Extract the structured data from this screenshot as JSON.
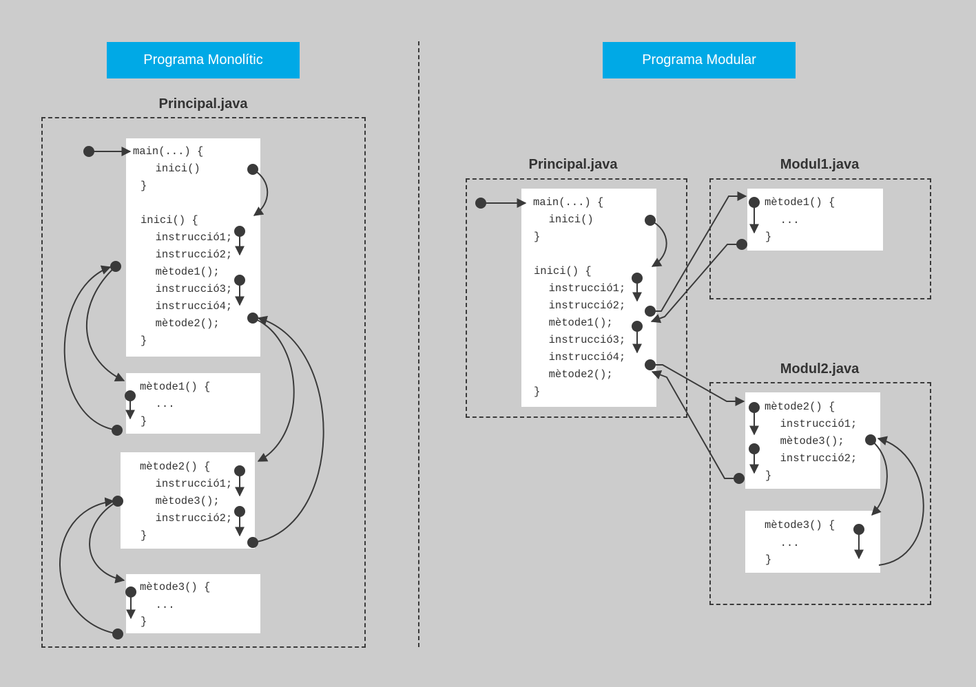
{
  "left": {
    "banner": "Programa Monolític",
    "file": "Principal.java",
    "blocks": {
      "main": [
        "main(...) {",
        "  inici()",
        "}",
        "",
        "inici() {",
        "  instrucció1;",
        "  instrucció2;",
        "  mètode1();",
        "  instrucció3;",
        "  instrucció4;",
        "  mètode2();",
        "}"
      ],
      "m1": [
        "mètode1() {",
        "  ...",
        "}"
      ],
      "m2": [
        "mètode2() {",
        "  instrucció1;",
        "  mètode3();",
        "  instrucció2;",
        "}"
      ],
      "m3": [
        "mètode3() {",
        "  ...",
        "}"
      ]
    }
  },
  "right": {
    "banner": "Programa Modular",
    "principal": {
      "file": "Principal.java",
      "code": [
        "main(...) {",
        "  inici()",
        "}",
        "",
        "inici() {",
        "  instrucció1;",
        "  instrucció2;",
        "  mètode1();",
        "  instrucció3;",
        "  instrucció4;",
        "  mètode2();",
        "}"
      ]
    },
    "modul1": {
      "file": "Modul1.java",
      "code": [
        "mètode1() {",
        "  ...",
        "}"
      ]
    },
    "modul2": {
      "file": "Modul2.java",
      "m2": [
        "mètode2() {",
        "  instrucció1;",
        "  mètode3();",
        "  instrucció2;",
        "}"
      ],
      "m3": [
        "mètode3() {",
        "  ...",
        "}"
      ]
    }
  },
  "colors": {
    "banner": "#00a9e6",
    "background": "#cccccc",
    "ink": "#3a3a3a"
  }
}
